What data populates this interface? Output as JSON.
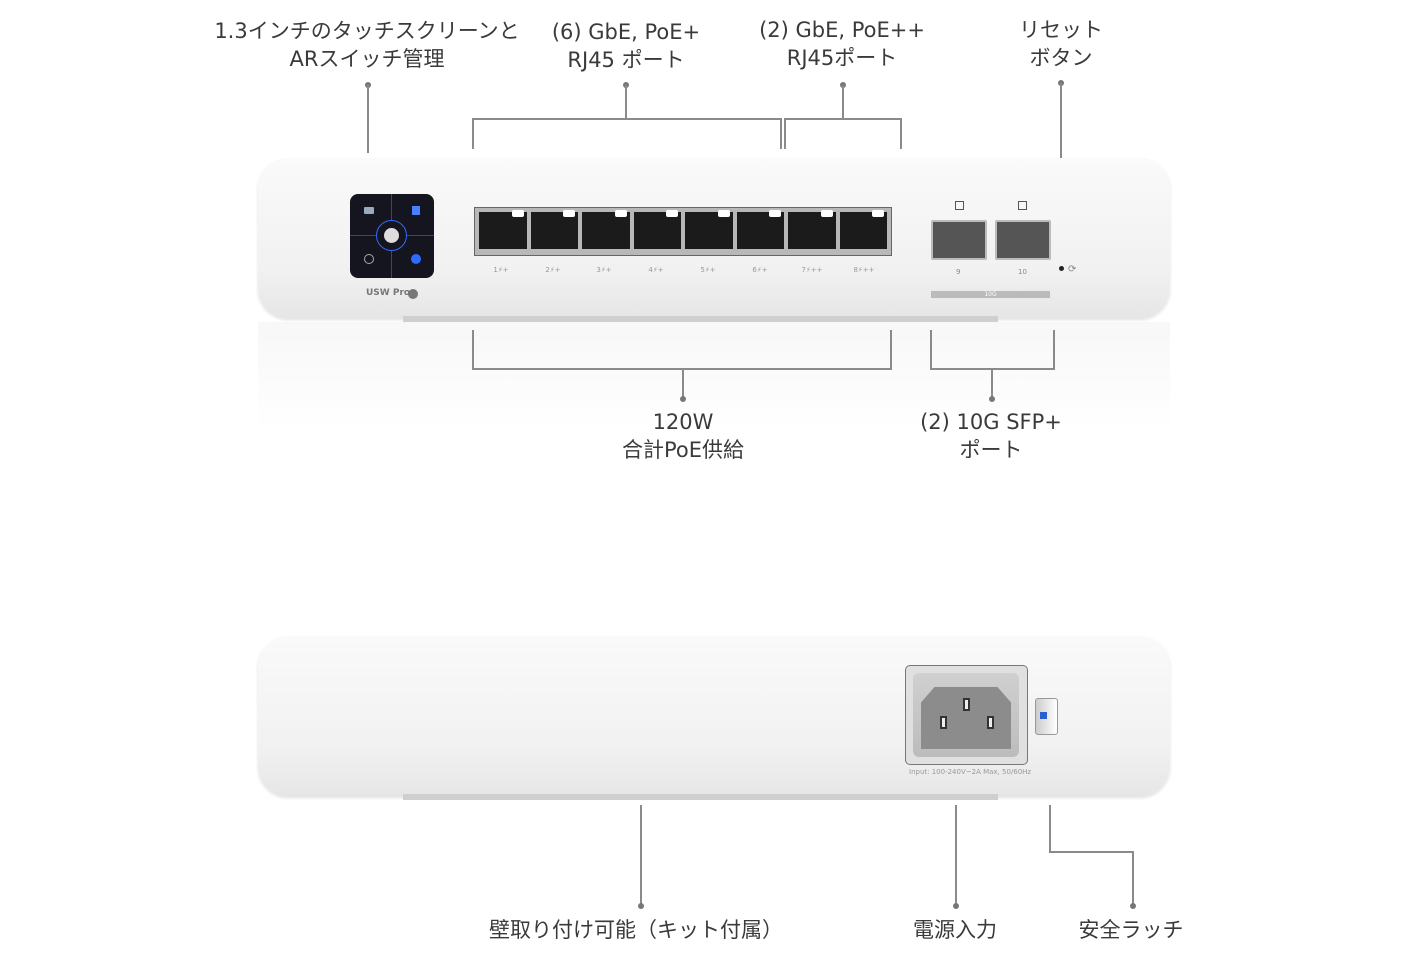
{
  "callouts": {
    "screen": [
      "1.3インチのタッチスクリーンと",
      "ARスイッチ管理"
    ],
    "poe_plus": [
      "(6) GbE, PoE+",
      "RJ45 ポート"
    ],
    "poe_plus_plus": [
      "(2) GbE, PoE++",
      "RJ45ポート"
    ],
    "reset": [
      "リセット",
      "ボタン"
    ],
    "poe_budget": [
      "120W",
      "合計PoE供給"
    ],
    "sfp": [
      "(2) 10G SFP+",
      "ポート"
    ],
    "wall_mount": "壁取り付け可能（キット付属）",
    "power": "電源入力",
    "latch": "安全ラッチ"
  },
  "device": {
    "model": "USW Pro",
    "port_labels": [
      "1⚡+",
      "2⚡+",
      "3⚡+",
      "4⚡+",
      "5⚡+",
      "6⚡+",
      "7⚡++",
      "8⚡++"
    ],
    "sfp_labels": [
      "9",
      "10"
    ],
    "sfp_speed": "10G",
    "power_rating": "Input: 100-240V~2A Max, 50/60Hz"
  },
  "colors": {
    "screen_accent": "#2f6bff",
    "latch_icon": "#2a5fd0"
  }
}
